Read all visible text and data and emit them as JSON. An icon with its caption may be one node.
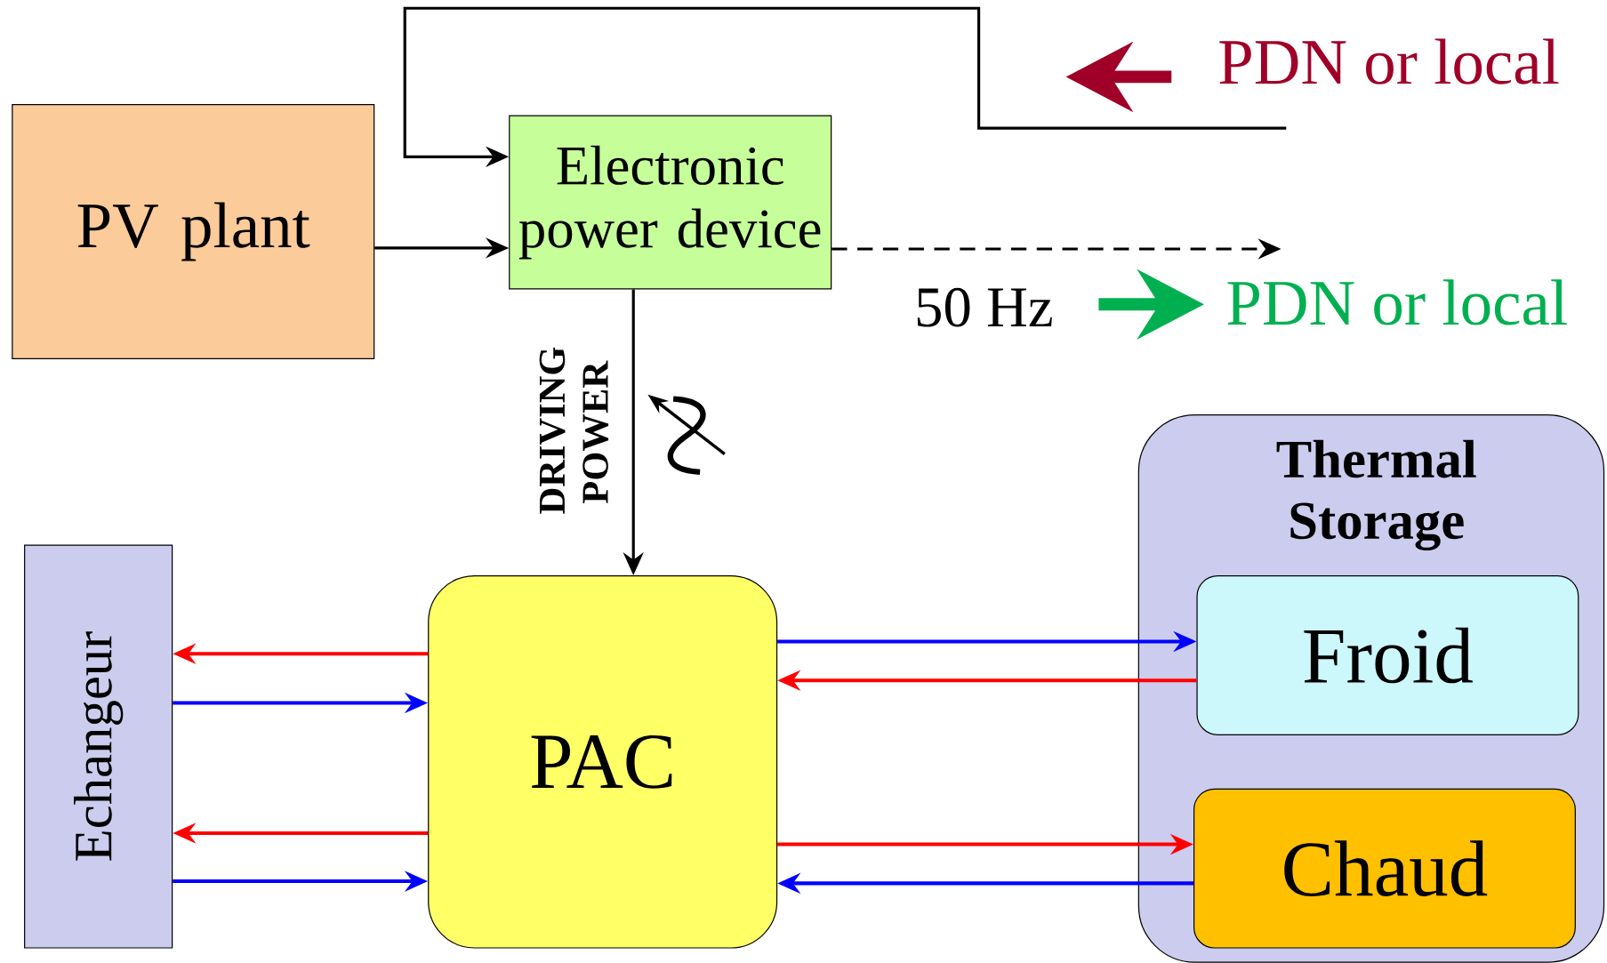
{
  "diagram": {
    "nodes": [
      {
        "text": [
          "PV plant"
        ]
      },
      {
        "text": [
          "Electronic power device"
        ]
      },
      {
        "text": [
          "Thermal Storage"
        ]
      },
      {
        "text": [
          "Froid"
        ],
        "in": 2
      },
      {
        "text": [
          "Chaud"
        ],
        "in": 2
      },
      {
        "text": [
          "Echangeur"
        ]
      },
      {
        "text": [
          "PAC"
        ]
      }
    ],
    "edges": [
      {
        "from": 0,
        "to": 1,
        "arrow": "to",
        "color": "#000000"
      },
      {
        "from": null,
        "to": 1,
        "arrow": "to",
        "color": "#000000"
      },
      {
        "from": 1,
        "to": null,
        "arrow": "to",
        "style": "dashed",
        "color": "#000000"
      },
      {
        "from": 1,
        "to": 6,
        "arrow": "to",
        "label": "DRIVING POWER",
        "color": "#000000"
      },
      {
        "from": 6,
        "to": 5,
        "arrow": "to",
        "color": "#ff0000"
      },
      {
        "from": 5,
        "to": 6,
        "arrow": "to",
        "color": "#0000ff"
      },
      {
        "from": 6,
        "to": 5,
        "arrow": "to",
        "color": "#ff0000"
      },
      {
        "from": 5,
        "to": 6,
        "arrow": "to",
        "color": "#0000ff"
      },
      {
        "from": 6,
        "to": 3,
        "arrow": "to",
        "color": "#0000ff"
      },
      {
        "from": 3,
        "to": 6,
        "arrow": "to",
        "color": "#ff0000"
      },
      {
        "from": 6,
        "to": 4,
        "arrow": "to",
        "color": "#ff0000"
      },
      {
        "from": 4,
        "to": 6,
        "arrow": "to",
        "color": "#0000ff"
      }
    ],
    "labels": [
      "PDN or local",
      "50 Hz",
      "PDN or local"
    ]
  }
}
